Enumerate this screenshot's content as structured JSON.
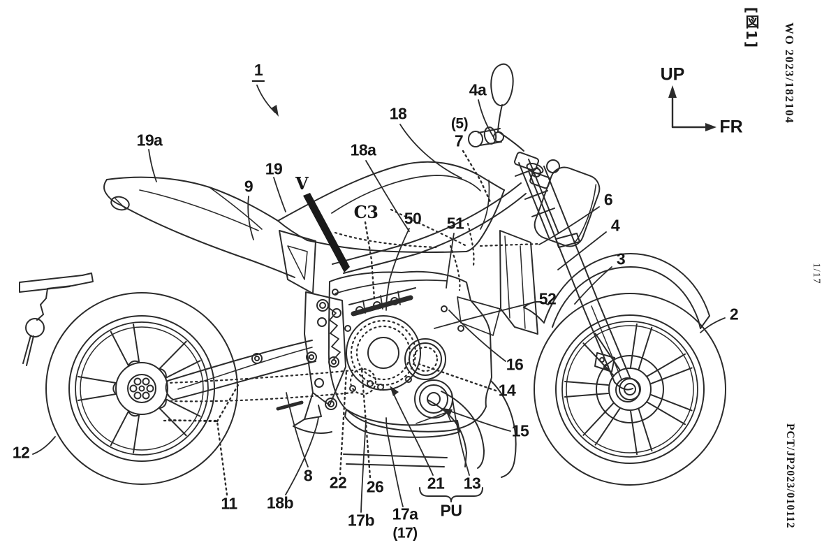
{
  "page": {
    "figure_tag": "[図1]",
    "publication_number": "WO 2023/182104",
    "sheet_number": "1/17",
    "application_number": "PCT/JP2023/010112"
  },
  "orientation": {
    "up": "UP",
    "front": "FR"
  },
  "figure": {
    "type": "patent-line-drawing",
    "subject": "motorcycle side view",
    "labels": {
      "ref_1": "1",
      "ref_19a": "19a",
      "ref_19": "19",
      "ref_9": "9",
      "ref_V": "V",
      "ref_C3": "C3",
      "ref_50": "50",
      "ref_18": "18",
      "ref_18a": "18a",
      "ref_5p": "(5)",
      "ref_7": "7",
      "ref_4a": "4a",
      "ref_51": "51",
      "ref_6": "6",
      "ref_4": "4",
      "ref_3": "3",
      "ref_2": "2",
      "ref_52": "52",
      "ref_16": "16",
      "ref_14": "14",
      "ref_15": "15",
      "ref_13": "13",
      "ref_21": "21",
      "ref_PU": "PU",
      "ref_17a": "17a",
      "ref_17p": "(17)",
      "ref_17b": "17b",
      "ref_26": "26",
      "ref_22": "22",
      "ref_8": "8",
      "ref_18b": "18b",
      "ref_11": "11",
      "ref_12": "12"
    }
  }
}
